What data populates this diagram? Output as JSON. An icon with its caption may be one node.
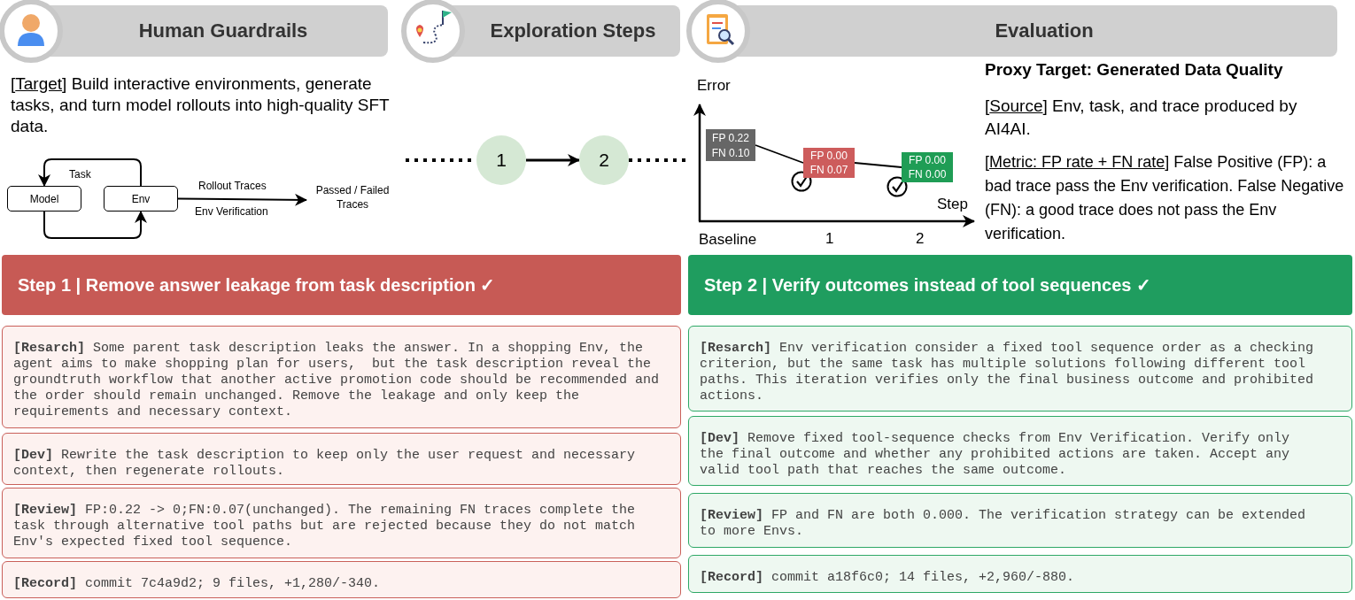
{
  "diagram": {
    "nodes": [
      {
        "text": [
          "Human Guardrails"
        ]
      },
      {
        "text": [
          "Exploration Steps"
        ]
      },
      {
        "text": [
          "Evaluation"
        ]
      },
      {
        "text": [
          "Model"
        ]
      },
      {
        "text": [
          "Env"
        ]
      },
      {
        "text": [
          "Passed / Failed Traces"
        ]
      },
      {
        "text": [
          "1"
        ]
      },
      {
        "text": [
          "2"
        ]
      },
      {
        "text": [
          "FP 0.22",
          "FN 0.10"
        ]
      },
      {
        "text": [
          "FP 0.00",
          "FN 0.07"
        ]
      },
      {
        "text": [
          "FP 0.00",
          "FN 0.00"
        ]
      },
      {
        "text": [
          "Step 1 | Remove answer leakage from task description ✓"
        ]
      },
      {
        "text": [
          "**[Resarch]** Some parent task description leaks the answer. In a shopping Env, the agent aims to make shopping plan for users,  but the task description reveal the groundtruth workflow that another active promotion code should be recommended and the order should remain unchanged. Remove the leakage and only keep the requirements and necessary context."
        ]
      },
      {
        "text": [
          "**[Dev]** Rewrite the task description to keep only the user request and necessary context, then regenerate rollouts."
        ]
      },
      {
        "text": [
          "**[Review]** FP:0.22 -> 0;FN:0.07(unchanged). The remaining FN traces complete the task through alternative tool paths but are rejected because they do not match Env's expected fixed tool sequence."
        ]
      },
      {
        "text": [
          "**[Record]** commit 7c4a9d2; 9 files, +1,280/-340."
        ]
      },
      {
        "text": [
          "Step 2 | Verify outcomes instead of tool sequences ✓"
        ]
      },
      {
        "text": [
          "**[Resarch]** Env verification consider a fixed tool sequence order as a checking criterion, but the same task has multiple solutions following different tool paths. This iteration verifies only the final business outcome and prohibited actions."
        ]
      },
      {
        "text": [
          "**[Dev]** Remove fixed tool-sequence checks from Env Verification. Verify only the final outcome and whether any prohibited actions are taken. Accept any valid tool path that reaches the same outcome."
        ]
      },
      {
        "text": [
          "**[Review]** FP and FN are both 0.000. The verification strategy can be extended to more Envs."
        ]
      },
      {
        "text": [
          "**[Record]** commit a18f6c0; 14 files, +2,960/-880."
        ]
      }
    ],
    "edges": [
      {
        "from": 4,
        "to": 3,
        "arrow": "to",
        "label": "Task"
      },
      {
        "from": 3,
        "to": 4,
        "arrow": "to"
      },
      {
        "from": 4,
        "to": 5,
        "arrow": "to",
        "label": "Rollout Traces"
      },
      {
        "from": null,
        "to": 6,
        "arrow": "none",
        "style": "dashed"
      },
      {
        "from": 6,
        "to": 7,
        "arrow": "to"
      },
      {
        "from": 7,
        "to": null,
        "arrow": "none",
        "style": "dashed"
      },
      {
        "from": 8,
        "to": 9,
        "arrow": "none"
      },
      {
        "from": 9,
        "to": 10,
        "arrow": "none"
      }
    ],
    "labels": [
      "[Target] Build interactive environments, generate tasks, and turn model rollouts into high-quality SFT data.",
      "Env Verification",
      "Error",
      "Step",
      "Baseline",
      "1",
      "2",
      "Proxy Target: Generated Data Quality",
      "[Source]  Env, task, and trace produced by AI4AI.",
      "[Metric: FP rate + FN rate] False Positive (FP): a bad trace pass the Env verification. False Negative (FN): a good trace does not pass the Env verification."
    ]
  }
}
